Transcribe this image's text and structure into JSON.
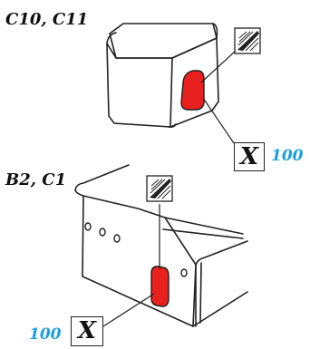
{
  "top_view": {
    "label": "C10, C11",
    "x_box": "X",
    "value": "100"
  },
  "bottom_view": {
    "label": "B2, C1",
    "x_box": "X",
    "value": "100"
  },
  "colors": {
    "marker": "#e8201e",
    "value_text": "#1a9fe0",
    "line": "#222222"
  }
}
